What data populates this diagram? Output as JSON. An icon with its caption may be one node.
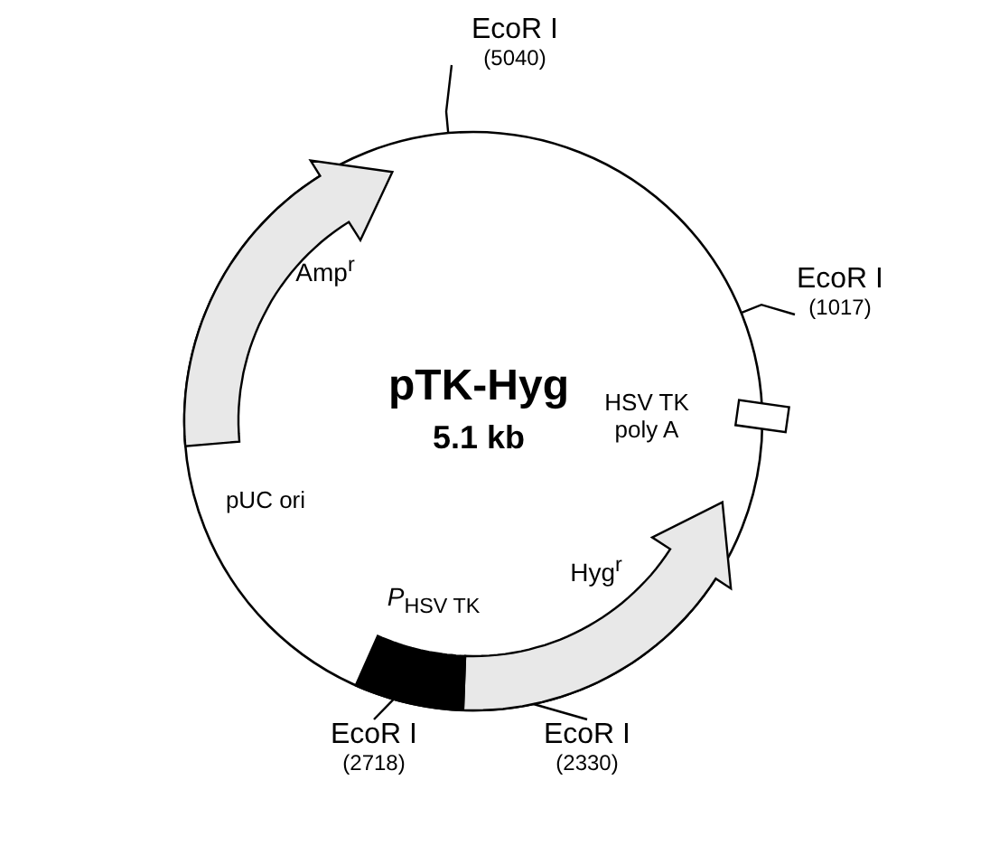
{
  "diagram": {
    "nodes": [
      {
        "text": [
          "EcoR I",
          "(5040)"
        ]
      },
      {
        "text": [
          "EcoR I",
          "(1017)"
        ]
      },
      {
        "text": [
          "EcoR I",
          "(2718)"
        ]
      },
      {
        "text": [
          "EcoR I",
          "(2330)"
        ]
      }
    ],
    "edges": [
      {
        "from": 0,
        "to": null,
        "arrow": "none"
      },
      {
        "from": 1,
        "to": null,
        "arrow": "none"
      },
      {
        "from": 2,
        "to": null,
        "arrow": "none"
      },
      {
        "from": 3,
        "to": null,
        "arrow": "none"
      }
    ],
    "labels": [
      "Amp$^{r}$",
      "pTK-Hyg",
      "5.1 kb",
      "HSV TK poly A",
      "pUC ori",
      "Hyg$^{r}$",
      "*P*$_{HSV TK}$"
    ]
  }
}
